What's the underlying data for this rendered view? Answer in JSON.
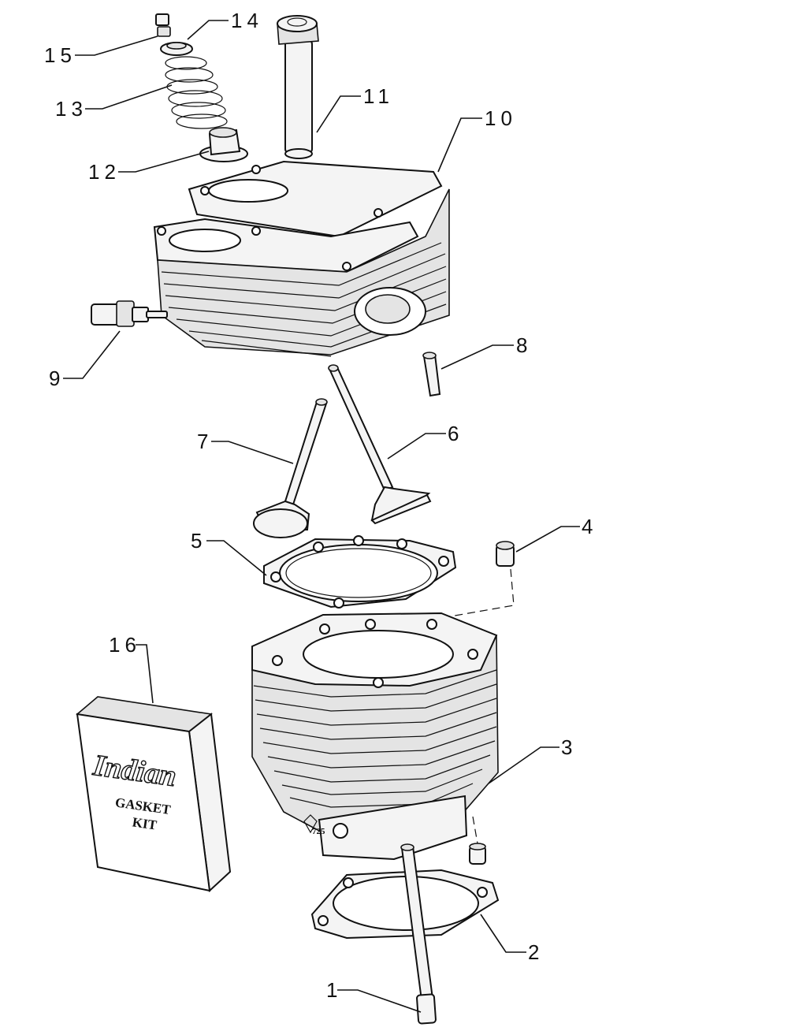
{
  "callouts": [
    {
      "id": "1",
      "label": "1"
    },
    {
      "id": "2",
      "label": "2"
    },
    {
      "id": "3",
      "label": "3"
    },
    {
      "id": "4",
      "label": "4"
    },
    {
      "id": "5",
      "label": "5"
    },
    {
      "id": "6",
      "label": "6"
    },
    {
      "id": "7",
      "label": "7"
    },
    {
      "id": "8",
      "label": "8"
    },
    {
      "id": "9",
      "label": "9"
    },
    {
      "id": "10",
      "label": "10"
    },
    {
      "id": "11",
      "label": "11"
    },
    {
      "id": "12",
      "label": "12"
    },
    {
      "id": "13",
      "label": "13"
    },
    {
      "id": "14",
      "label": "14"
    },
    {
      "id": "15",
      "label": "15"
    },
    {
      "id": "16",
      "label": "16"
    }
  ],
  "gasket_kit": {
    "brand": "Indian",
    "line1": "GASKET",
    "line2": "KIT"
  },
  "cylinder_marking": "725"
}
